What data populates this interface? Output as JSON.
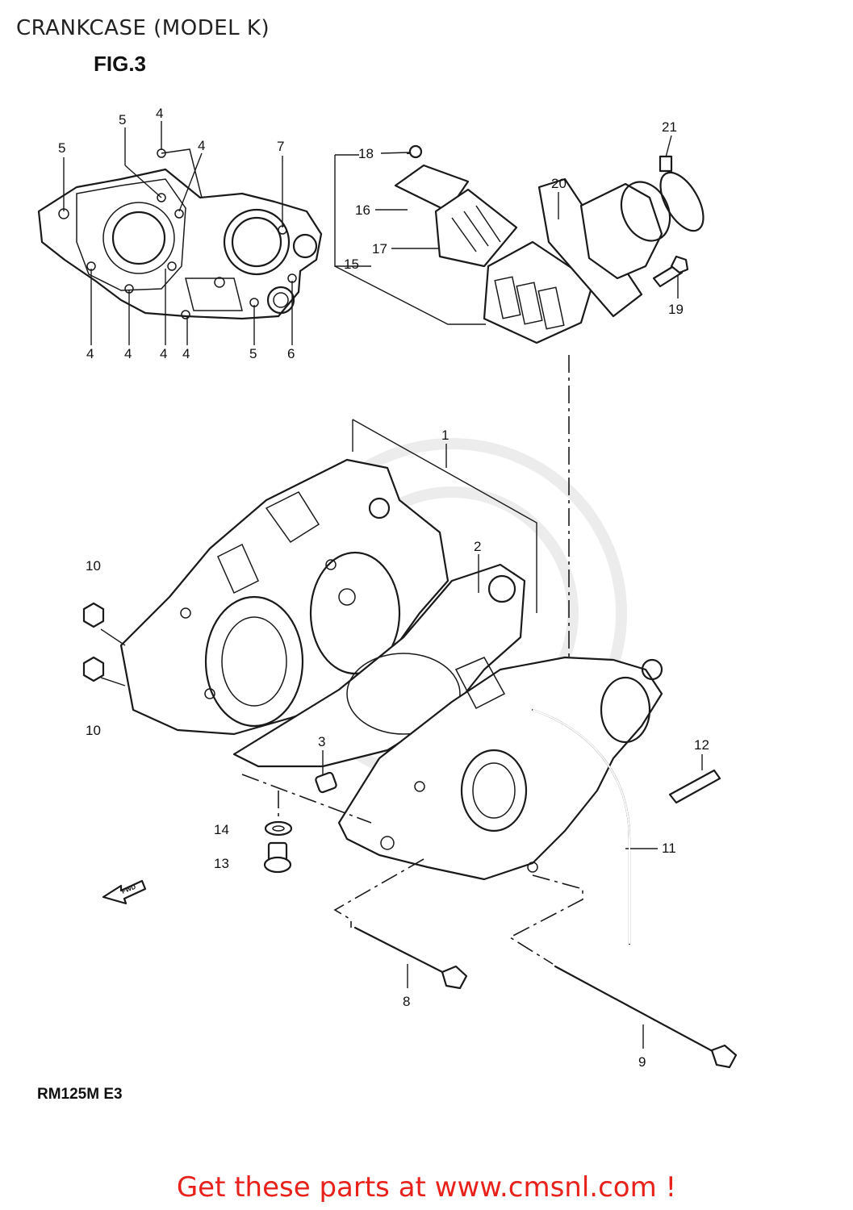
{
  "header": {
    "title": "CRANKCASE (MODEL K)",
    "figure": "FIG.3"
  },
  "footer": {
    "model_code": "RM125M E3",
    "promo": "Get these parts at www.cmsnl.com !"
  },
  "diagram": {
    "fwd_label": "FWD",
    "callouts": [
      {
        "id": "c4a",
        "text": "4"
      },
      {
        "id": "c5a",
        "text": "5"
      },
      {
        "id": "c5b",
        "text": "5"
      },
      {
        "id": "c4b",
        "text": "4"
      },
      {
        "id": "c7",
        "text": "7"
      },
      {
        "id": "c4c",
        "text": "4"
      },
      {
        "id": "c4d",
        "text": "4"
      },
      {
        "id": "c4e",
        "text": "4"
      },
      {
        "id": "c4f",
        "text": "4"
      },
      {
        "id": "c5c",
        "text": "5"
      },
      {
        "id": "c6",
        "text": "6"
      },
      {
        "id": "c18",
        "text": "18"
      },
      {
        "id": "c16",
        "text": "16"
      },
      {
        "id": "c17",
        "text": "17"
      },
      {
        "id": "c15",
        "text": "15"
      },
      {
        "id": "c20",
        "text": "20"
      },
      {
        "id": "c21",
        "text": "21"
      },
      {
        "id": "c19",
        "text": "19"
      },
      {
        "id": "c1",
        "text": "1"
      },
      {
        "id": "c2",
        "text": "2"
      },
      {
        "id": "c10a",
        "text": "10"
      },
      {
        "id": "c10b",
        "text": "10"
      },
      {
        "id": "c3",
        "text": "3"
      },
      {
        "id": "c12",
        "text": "12"
      },
      {
        "id": "c14",
        "text": "14"
      },
      {
        "id": "c13",
        "text": "13"
      },
      {
        "id": "c11",
        "text": "11"
      },
      {
        "id": "c8",
        "text": "8"
      },
      {
        "id": "c9",
        "text": "9"
      }
    ]
  }
}
